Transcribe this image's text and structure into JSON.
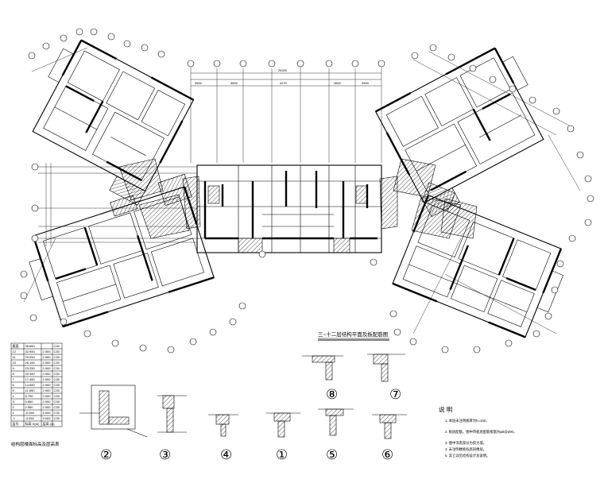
{
  "drawing": {
    "title": "三~十二层结构平面及板配筋图",
    "notes_heading": "说 明",
    "notes": [
      "1. 本层未注明板厚为h=100，",
      "2. 板底配筋，图中带板底配筋板筋为φ8@200，",
      "3. 图中涂黑部分为剪力墙，",
      "4. 未注明楼板标高同楼层，",
      "5. 其它详见结构设计总说明。"
    ],
    "sections": [
      "②",
      "③",
      "④",
      "①",
      "⑤",
      "⑥"
    ],
    "sections_top": [
      "⑧",
      "⑦"
    ],
    "top_dims": [
      "3900",
      "3800",
      "4270",
      "3800",
      "3900"
    ],
    "top_total": "26320"
  },
  "levels_table": {
    "header": [
      "层号",
      "标高 H(m)",
      "层高 (m)",
      ""
    ],
    "rows": [
      [
        "屋面",
        "35.660",
        "",
        "C30"
      ],
      [
        "12",
        "32.950",
        "2.900",
        "C30"
      ],
      [
        "11",
        "29.050",
        "2.900",
        "C30"
      ],
      [
        "10",
        "26.150",
        "2.900",
        "C30"
      ],
      [
        "9",
        "23.250",
        "2.900",
        "C30"
      ],
      [
        "8",
        "20.350",
        "2.900",
        "C30"
      ],
      [
        "7",
        "17.450",
        "2.900",
        "C30"
      ],
      [
        "6",
        "14.550",
        "2.900",
        "C35"
      ],
      [
        "5",
        "11.650",
        "2.900",
        "C35"
      ],
      [
        "4",
        "8.750",
        "2.900",
        "C35"
      ],
      [
        "3",
        "5.850",
        "2.900",
        "C35"
      ],
      [
        "2",
        "2.950",
        "2.900",
        "C35"
      ],
      [
        "1",
        "-0.050",
        "3.000",
        "C35"
      ],
      [
        "-1",
        "-3.050",
        "3.000",
        "C35"
      ]
    ],
    "caption": "结构层楼面标高及层高表"
  }
}
